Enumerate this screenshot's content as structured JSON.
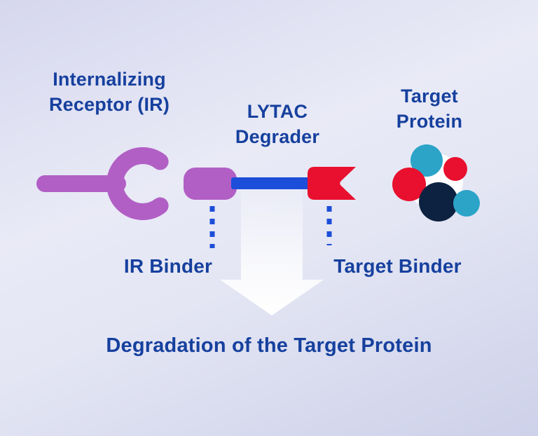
{
  "diagram": {
    "title": "LYTAC degrader mechanism diagram",
    "labels": {
      "internalizing_receptor": "Internalizing Receptor (IR)",
      "lytac_degrader": "LYTAC Degrader",
      "target_protein": "Target Protein",
      "ir_binder": "IR Binder",
      "target_binder": "Target Binder",
      "degradation": "Degradation of the Target Protein"
    },
    "colors": {
      "text": "#16409e",
      "purple": "#b15fc5",
      "blue": "#1c4ed9",
      "red": "#e8102e",
      "teal": "#2ba4c8",
      "navy": "#0d2240",
      "white": "#ffffff"
    },
    "icons": {
      "receptor": "internalizing-receptor-fork-shape",
      "degrader": "lytac-degrader-bifunctional-shape",
      "protein": "target-protein-cluster-shape",
      "arrow": "downward-degradation-arrow"
    }
  }
}
